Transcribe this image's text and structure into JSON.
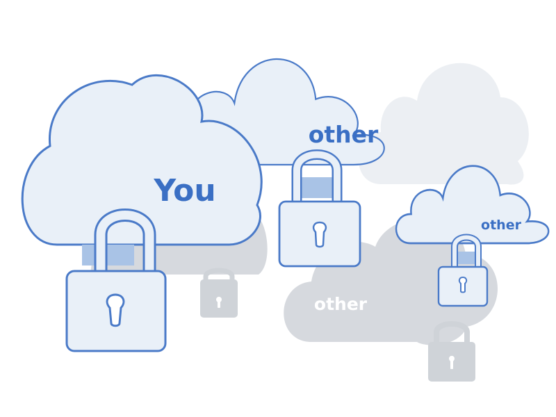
{
  "colors": {
    "outline": "#4a7ac8",
    "fill": "#e9f0f8",
    "text": "#3a6fc4",
    "gray_cloud": "#d6d9de",
    "gray_lock": "#cfd3d8",
    "faint_cloud": "#eceff3",
    "background": "#ffffff"
  },
  "labels": {
    "you": "You",
    "other_center": "other",
    "other_right": "other",
    "other_gray": "other"
  },
  "icons": [
    "cloud-icon",
    "padlock-icon",
    "keyhole-icon"
  ]
}
